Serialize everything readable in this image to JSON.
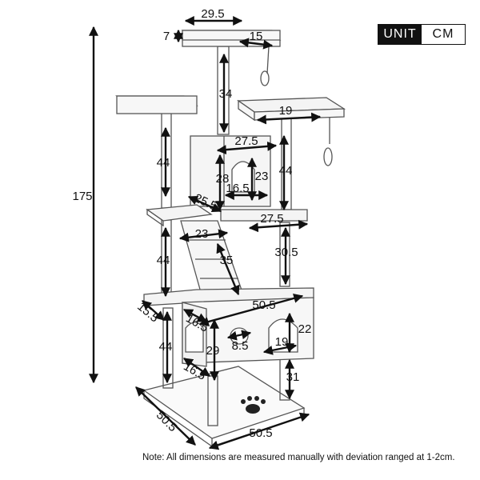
{
  "unit_badge": {
    "unit_label": "UNIT",
    "value": "CM"
  },
  "dimensions": {
    "total_height": "175",
    "top_perch_width": "29.5",
    "top_perch_thickness": "7",
    "top_perch_depth": "15",
    "top_post": "34",
    "right_perch_width": "19",
    "cabin_width": "27.5",
    "cabin_height": "28",
    "cabin_door_height": "23",
    "cabin_door_width": "16.5",
    "left_upper_post": "44",
    "right_upper_post": "44",
    "ramp_length": "25.5",
    "step_width": "23",
    "platform_width": "27.5",
    "ladder_length": "35",
    "right_mid_post": "30.5",
    "left_mid_post": "44",
    "condo_width": "50.5",
    "condo_depth": "15.5",
    "condo_side": "16.5",
    "condo_height": "29",
    "hole_diameter": "8.5",
    "door_width": "19",
    "door_height": "22",
    "left_bottom_post": "44",
    "door_side": "16.5",
    "bottom_post": "31",
    "base_depth": "50.5",
    "base_width": "50.5"
  },
  "note": "Note: All dimensions are measured manually with deviation ranged at 1-2cm."
}
